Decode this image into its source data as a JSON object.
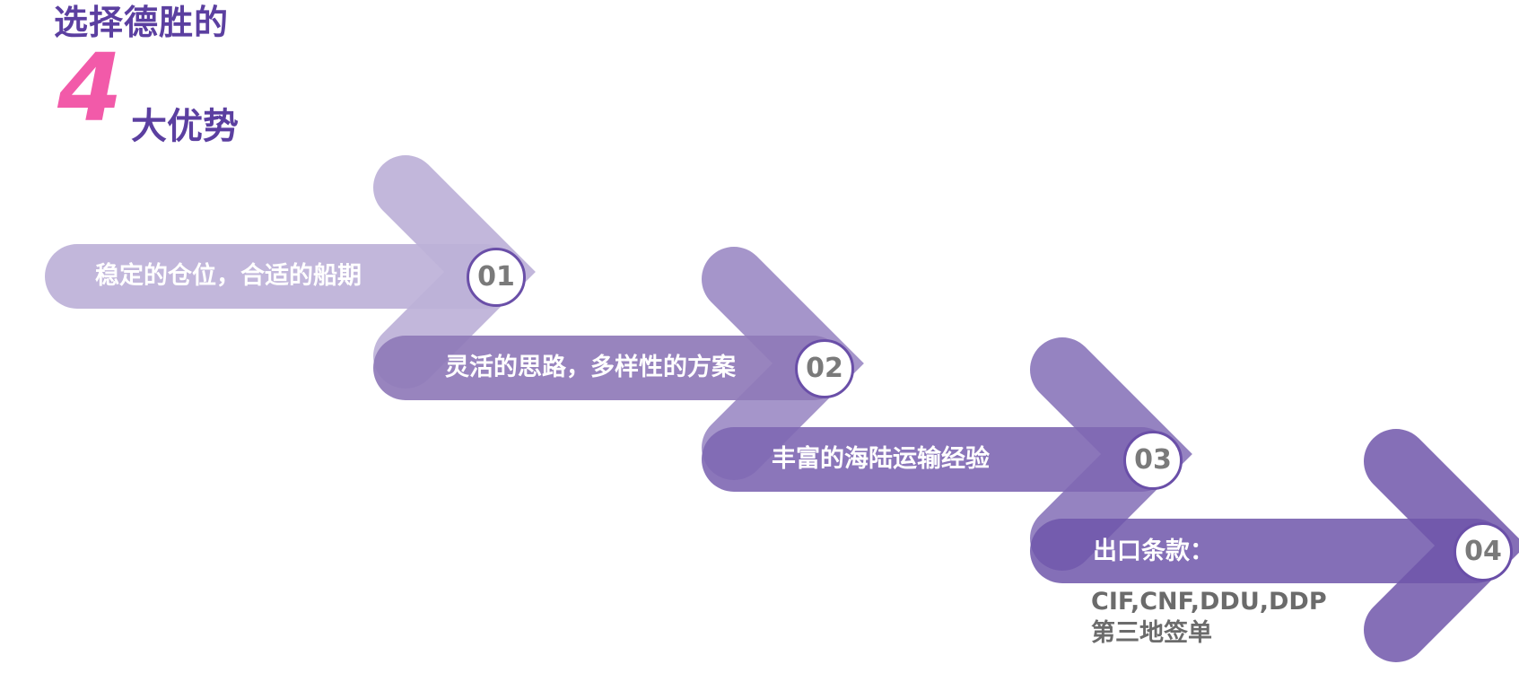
{
  "title": {
    "line1": "选择德胜的",
    "number": "4",
    "line2": "大优势"
  },
  "colors": {
    "title": "#5b3fa0",
    "accent": "#f25aa9",
    "arrow_shades": [
      "#bdb1d8",
      "#9d8cc6",
      "#8c78bc",
      "#7e67b3"
    ],
    "overlap_shade": "#6a4fa8",
    "badge_text": "#7a7a7a"
  },
  "steps": [
    {
      "num": "01",
      "text": "稳定的仓位，合适的船期"
    },
    {
      "num": "02",
      "text": "灵活的思路，多样性的方案"
    },
    {
      "num": "03",
      "text": "丰富的海陆运输经验"
    },
    {
      "num": "04",
      "text": "出口条款："
    }
  ],
  "details": {
    "line1": "CIF,CNF,DDU,DDP",
    "line2": "第三地签单"
  }
}
